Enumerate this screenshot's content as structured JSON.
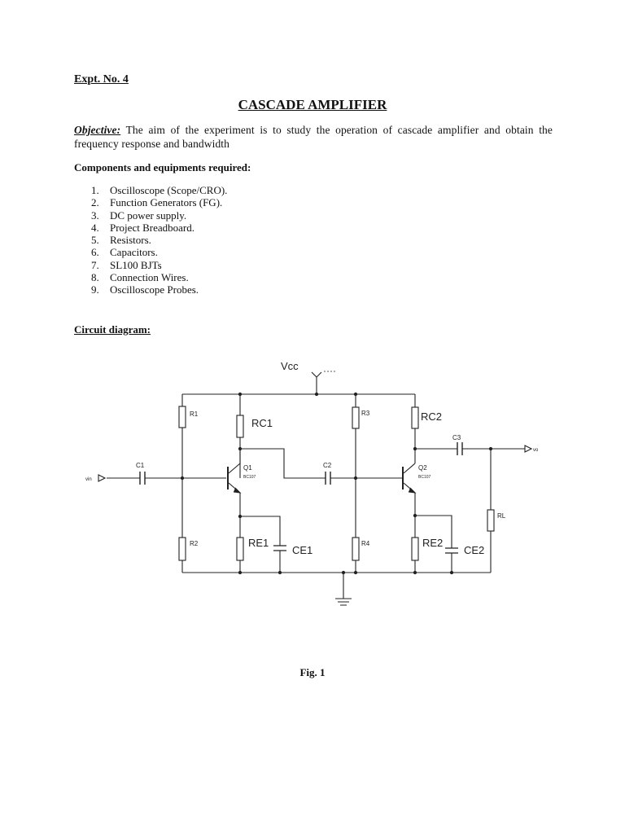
{
  "header": {
    "expt_no": "Expt. No. 4",
    "title": "CASCADE AMPLIFIER"
  },
  "objective": {
    "label": "Objective:",
    "text": " The aim of the experiment is to study the operation of cascade amplifier and obtain the frequency response and bandwidth"
  },
  "components": {
    "heading": "Components and equipments required:",
    "items": [
      {
        "num": "1.",
        "text": "Oscilloscope (Scope/CRO)."
      },
      {
        "num": "2.",
        "text": "Function Generators (FG)."
      },
      {
        "num": "3.",
        "text": "DC power supply."
      },
      {
        "num": "4.",
        "text": "Project Breadboard."
      },
      {
        "num": "5.",
        "text": "Resistors."
      },
      {
        "num": "6.",
        "text": "Capacitors."
      },
      {
        "num": "7.",
        "text": "SL100 BJTs"
      },
      {
        "num": "8.",
        "text": "Connection Wires."
      },
      {
        "num": "9.",
        "text": "Oscilloscope Probes."
      }
    ]
  },
  "circuit": {
    "heading": "Circuit diagram:",
    "labels": {
      "vcc": "Vcc",
      "vin": "vin",
      "vo": "vo",
      "c1": "C1",
      "c2": "C2",
      "c3": "C3",
      "r1": "R1",
      "r2": "R2",
      "r3": "R3",
      "r4": "R4",
      "rc1": "RC1",
      "rc2": "RC2",
      "re1": "RE1",
      "re2": "RE2",
      "ce1": "CE1",
      "ce2": "CE2",
      "rl": "RL",
      "q1": "Q1",
      "q1_part": "BC107",
      "q2": "Q2",
      "q2_part": "BC107"
    }
  },
  "figure_caption": "Fig. 1"
}
